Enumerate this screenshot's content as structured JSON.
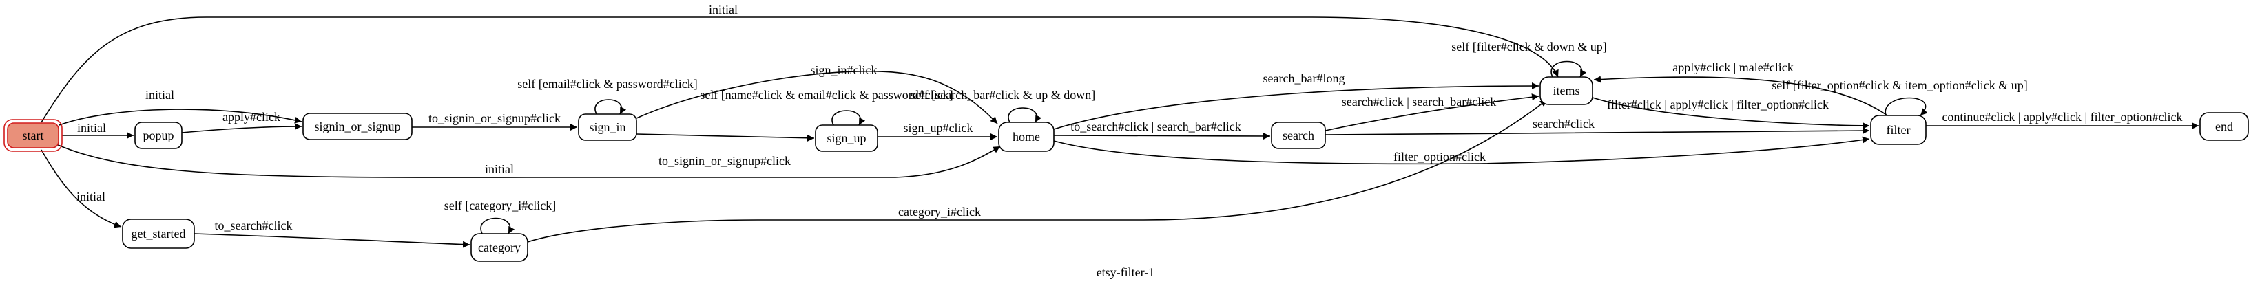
{
  "diagram": {
    "caption": "etsy-filter-1",
    "colors": {
      "start_fill": "#e9907a",
      "start_border": "#d21d1d",
      "stroke": "#000000",
      "background": "#ffffff"
    },
    "nodes": [
      {
        "id": "start",
        "label": "start"
      },
      {
        "id": "popup",
        "label": "popup"
      },
      {
        "id": "signin_or_signup",
        "label": "signin_or_signup"
      },
      {
        "id": "sign_in",
        "label": "sign_in"
      },
      {
        "id": "sign_up",
        "label": "sign_up"
      },
      {
        "id": "home",
        "label": "home"
      },
      {
        "id": "search",
        "label": "search"
      },
      {
        "id": "items",
        "label": "items"
      },
      {
        "id": "filter",
        "label": "filter"
      },
      {
        "id": "end",
        "label": "end"
      },
      {
        "id": "get_started",
        "label": "get_started"
      },
      {
        "id": "category",
        "label": "category"
      }
    ],
    "edge_labels": [
      {
        "id": "start-items",
        "label": "initial"
      },
      {
        "id": "start-signin_or_signup",
        "label": "initial"
      },
      {
        "id": "start-popup",
        "label": "initial"
      },
      {
        "id": "start-home",
        "label": "initial"
      },
      {
        "id": "start-get_started",
        "label": "initial"
      },
      {
        "id": "popup-signin_or_signup",
        "label": "apply#click"
      },
      {
        "id": "signin_or_signup-sign_in",
        "label": "to_signin_or_signup#click"
      },
      {
        "id": "sign_in-self",
        "label": "self [email#click & password#click]"
      },
      {
        "id": "sign_in-home",
        "label": "sign_in#click"
      },
      {
        "id": "sign_in-sign_up",
        "label": "to_signin_or_signup#click"
      },
      {
        "id": "sign_up-self",
        "label": "self [name#click & email#click & password#click]"
      },
      {
        "id": "sign_up-home",
        "label": "sign_up#click"
      },
      {
        "id": "home-self",
        "label": "self [search_bar#click & up & down]"
      },
      {
        "id": "home-items",
        "label": "search_bar#long"
      },
      {
        "id": "home-search",
        "label": "to_search#click | search_bar#click"
      },
      {
        "id": "home-filter",
        "label": "filter_option#click"
      },
      {
        "id": "search-items",
        "label": "search#click | search_bar#click"
      },
      {
        "id": "search-filter",
        "label": "search#click"
      },
      {
        "id": "items-self",
        "label": "self [filter#click & down & up]"
      },
      {
        "id": "items-filter",
        "label": "filter#click | apply#click | filter_option#click"
      },
      {
        "id": "filter-items",
        "label": "apply#click | male#click"
      },
      {
        "id": "filter-self",
        "label": "self [filter_option#click & item_option#click & up]"
      },
      {
        "id": "filter-end",
        "label": "continue#click | apply#click | filter_option#click"
      },
      {
        "id": "get_started-category",
        "label": "to_search#click"
      },
      {
        "id": "category-self",
        "label": "self [category_i#click]"
      },
      {
        "id": "category-items",
        "label": "category_i#click"
      }
    ]
  }
}
